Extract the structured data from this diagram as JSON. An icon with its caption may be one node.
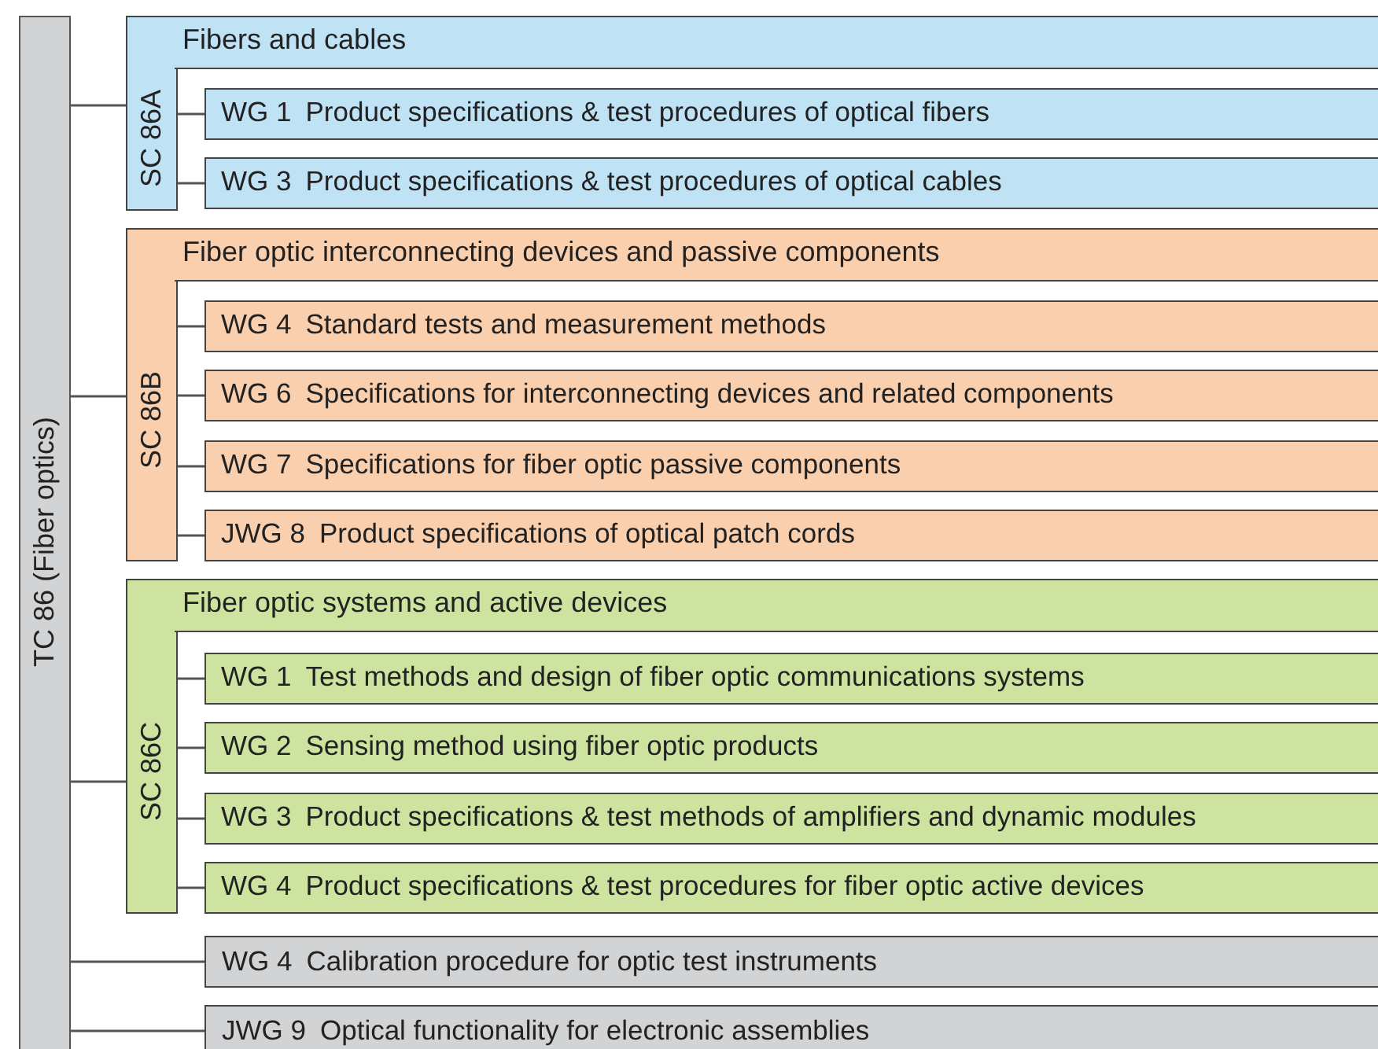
{
  "diagram": {
    "nodes": [
      {
        "text": [
          "TC 86 (Fiber optics)"
        ]
      },
      {
        "text": [
          "SC 86A",
          "Fibers and cables"
        ]
      },
      {
        "text": [
          "WG 1",
          "Product specifications & test procedures of optical fibers"
        ],
        "in": 1
      },
      {
        "text": [
          "WG 3",
          "Product specifications & test procedures of optical cables"
        ],
        "in": 1
      },
      {
        "text": [
          "SC 86B",
          "Fiber optic interconnecting devices and passive components"
        ]
      },
      {
        "text": [
          "WG 4",
          "Standard tests and measurement methods"
        ],
        "in": 4
      },
      {
        "text": [
          "WG 6",
          "Specifications for interconnecting devices and related components"
        ],
        "in": 4
      },
      {
        "text": [
          "WG 7",
          "Specifications for fiber optic passive components"
        ],
        "in": 4
      },
      {
        "text": [
          "JWG 8",
          "Product specifications of optical patch cords"
        ],
        "in": 4
      },
      {
        "text": [
          "SC 86C",
          "Fiber optic systems and active devices"
        ]
      },
      {
        "text": [
          "WG 1",
          "Test methods and design of fiber optic communications systems"
        ],
        "in": 9
      },
      {
        "text": [
          "WG 2",
          "Sensing method using fiber optic products"
        ],
        "in": 9
      },
      {
        "text": [
          "WG 3",
          "Product specifications & test methods of amplifiers and dynamic modules"
        ],
        "in": 9
      },
      {
        "text": [
          "WG 4",
          "Product specifications & test procedures for fiber optic active devices"
        ],
        "in": 9
      },
      {
        "text": [
          "WG 4",
          "Calibration procedure for optic test instruments"
        ]
      },
      {
        "text": [
          "JWG 9",
          "Optical functionality for electronic assemblies"
        ]
      }
    ],
    "edges": [
      {
        "from": 0,
        "to": 1,
        "arrow": "none"
      },
      {
        "from": 1,
        "to": 2,
        "arrow": "none"
      },
      {
        "from": 1,
        "to": 3,
        "arrow": "none"
      },
      {
        "from": 0,
        "to": 4,
        "arrow": "none"
      },
      {
        "from": 4,
        "to": 5,
        "arrow": "none"
      },
      {
        "from": 4,
        "to": 6,
        "arrow": "none"
      },
      {
        "from": 4,
        "to": 7,
        "arrow": "none"
      },
      {
        "from": 4,
        "to": 8,
        "arrow": "none"
      },
      {
        "from": 0,
        "to": 9,
        "arrow": "none"
      },
      {
        "from": 9,
        "to": 10,
        "arrow": "none"
      },
      {
        "from": 9,
        "to": 11,
        "arrow": "none"
      },
      {
        "from": 9,
        "to": 12,
        "arrow": "none"
      },
      {
        "from": 9,
        "to": 13,
        "arrow": "none"
      },
      {
        "from": 0,
        "to": 14,
        "arrow": "none"
      },
      {
        "from": 0,
        "to": 15,
        "arrow": "none"
      }
    ]
  }
}
